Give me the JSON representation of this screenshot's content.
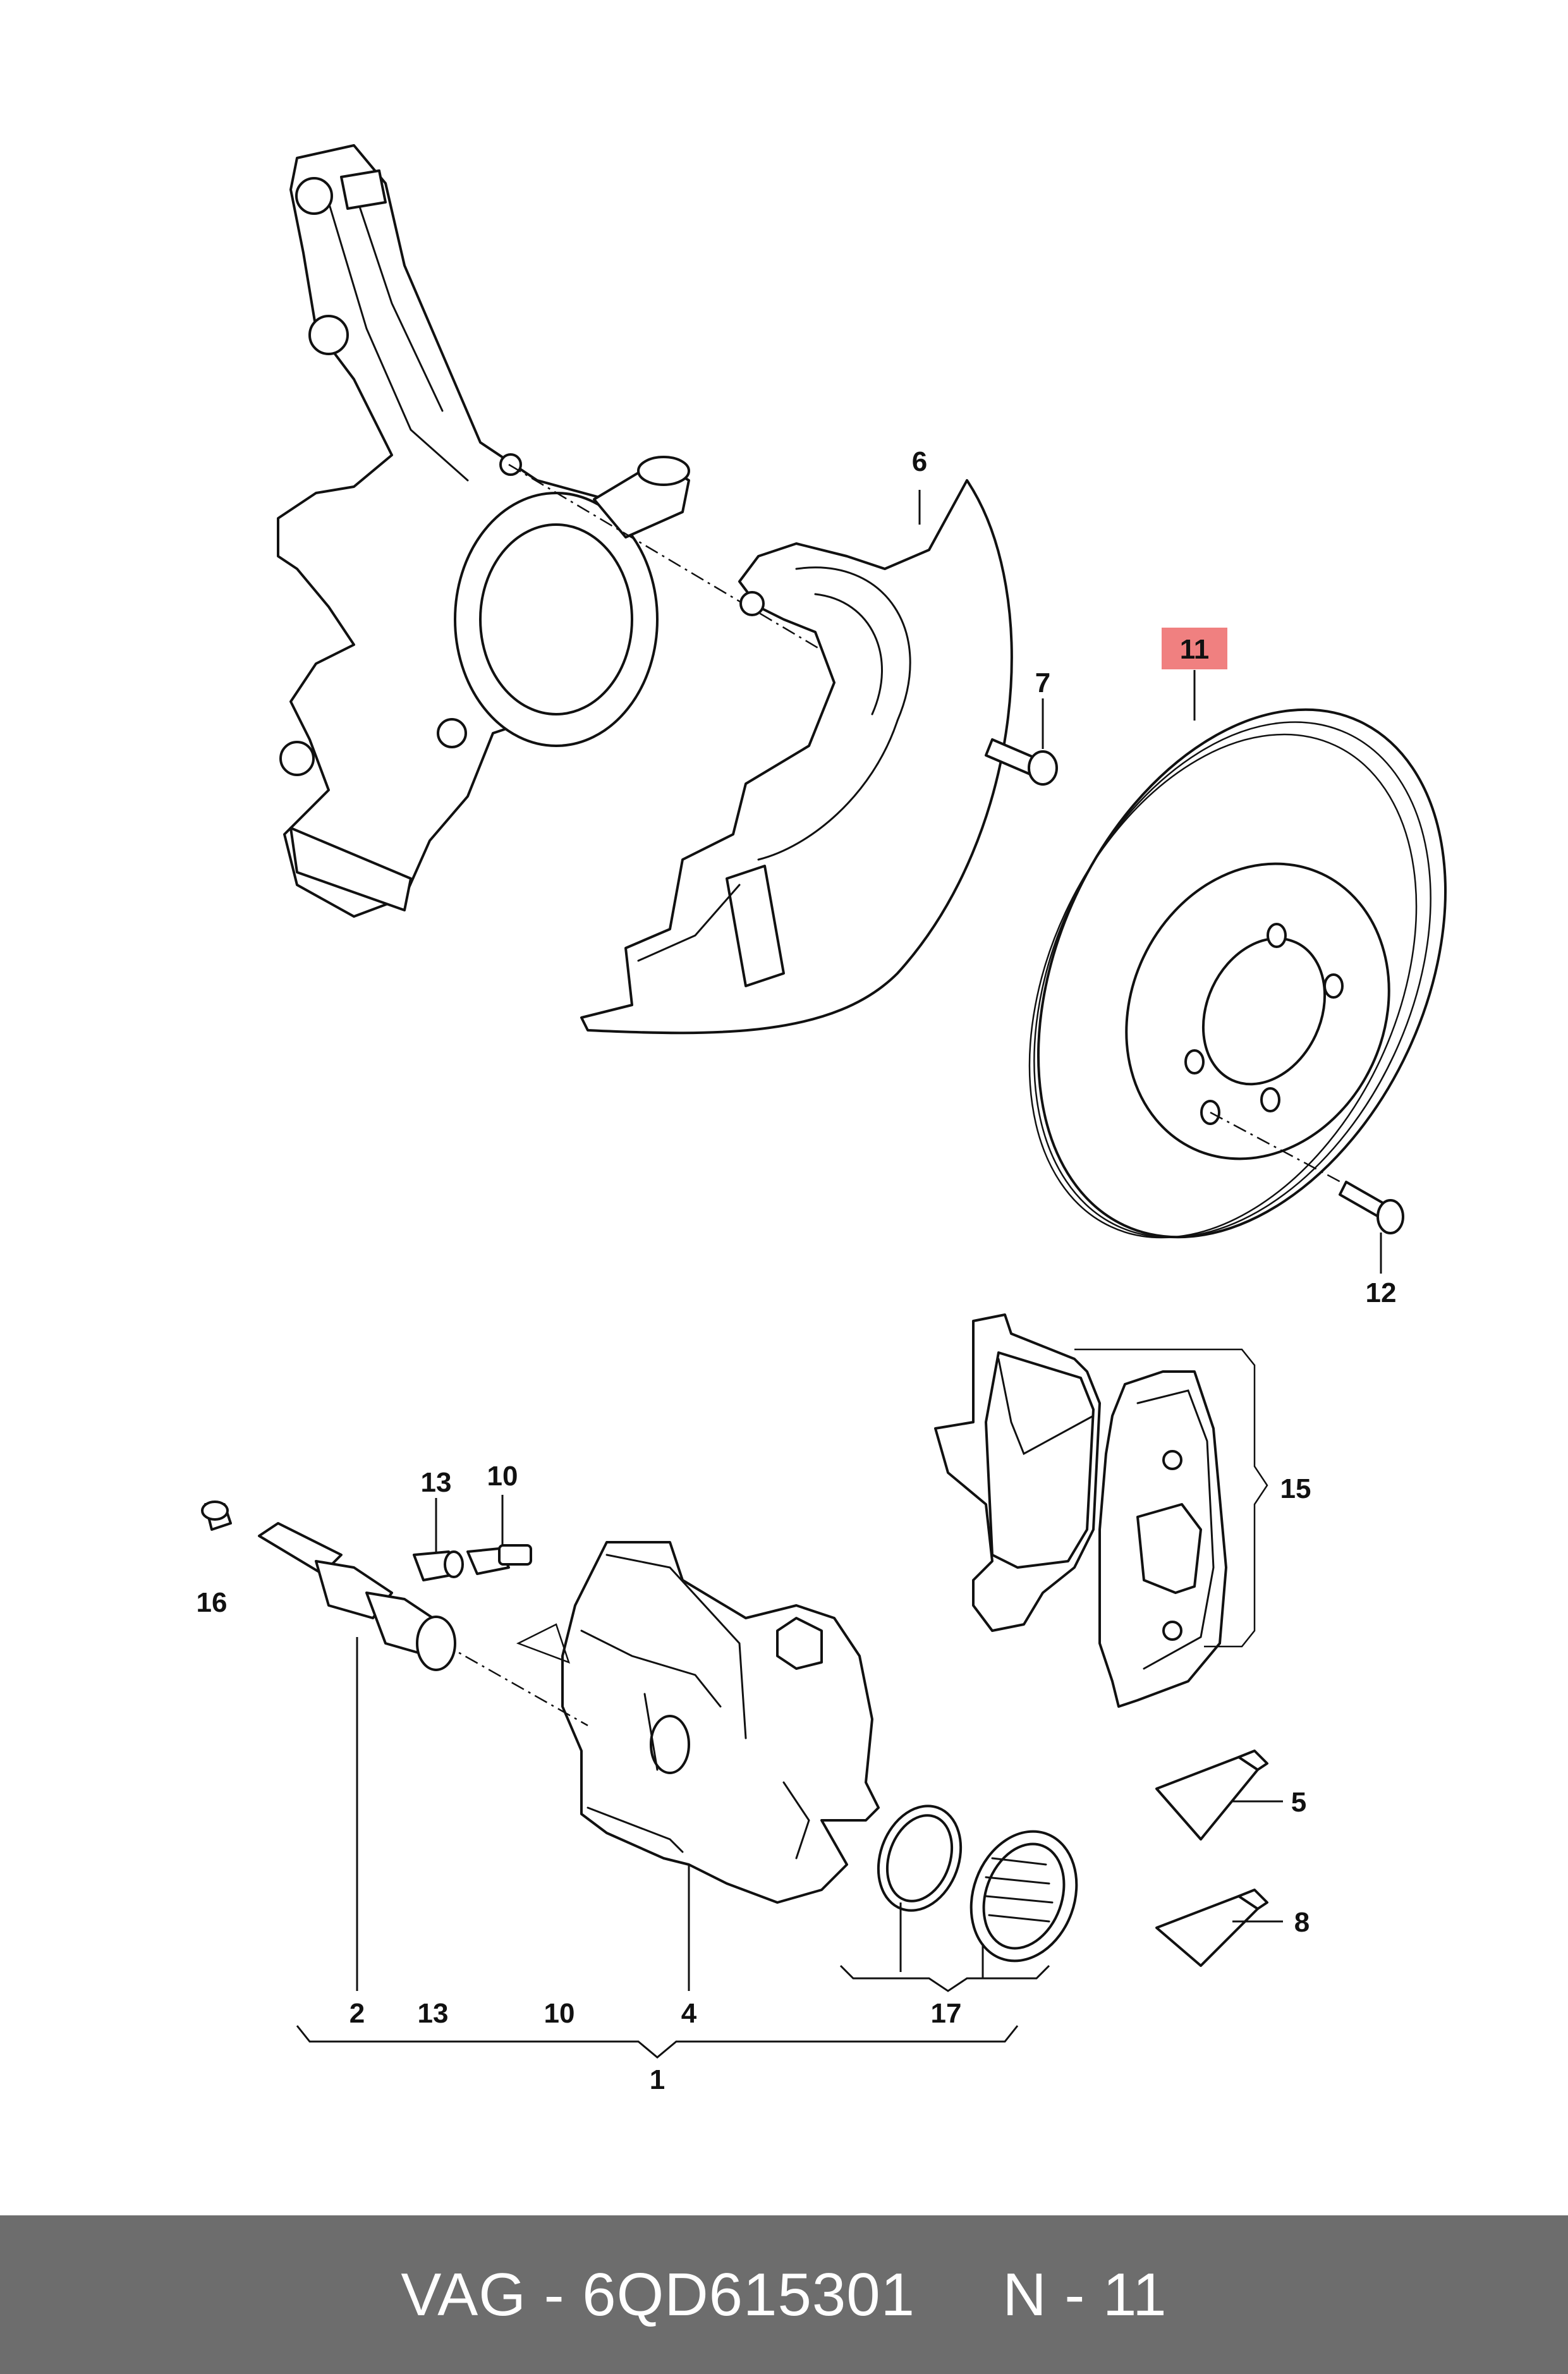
{
  "labels": {
    "l1": "1",
    "l2": "2",
    "l4": "4",
    "l5": "5",
    "l6": "6",
    "l7": "7",
    "l8": "8",
    "l10a": "10",
    "l10b": "10",
    "l11": "11",
    "l12": "12",
    "l13a": "13",
    "l13b": "13",
    "l15": "15",
    "l16": "16",
    "l17": "17"
  },
  "highlight_color": "#f08080",
  "footer": {
    "brand": "VAG",
    "separator": " - ",
    "part_number": "6QD615301",
    "gap": "     ",
    "position": "N - 11"
  }
}
